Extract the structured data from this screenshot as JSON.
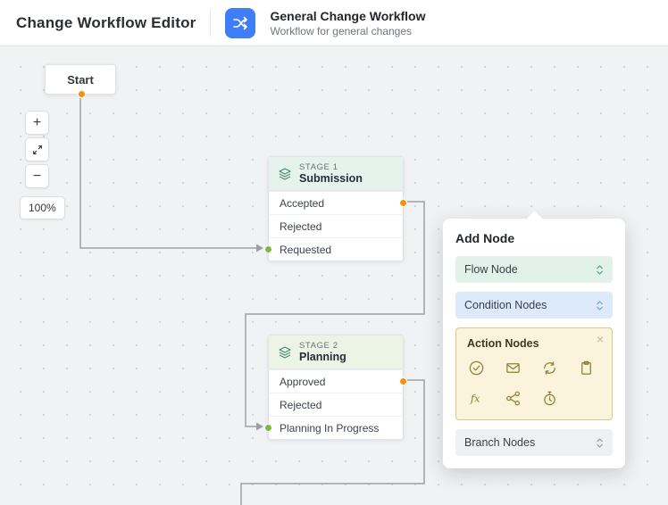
{
  "header": {
    "title": "Change Workflow Editor",
    "workflow": {
      "name": "General Change Workflow",
      "subtitle": "Workflow for general changes"
    }
  },
  "canvas": {
    "start_label": "Start",
    "zoom_in": "+",
    "zoom_out": "−",
    "zoom_percent": "100%"
  },
  "stages": [
    {
      "badge": "STAGE 1",
      "name": "Submission",
      "rows": [
        {
          "label": "Accepted"
        },
        {
          "label": "Rejected"
        },
        {
          "label": "Requested"
        }
      ]
    },
    {
      "badge": "STAGE 2",
      "name": "Planning",
      "rows": [
        {
          "label": "Approved"
        },
        {
          "label": "Rejected"
        },
        {
          "label": "Planning In Progress"
        }
      ]
    }
  ],
  "panel": {
    "title": "Add Node",
    "flow_label": "Flow Node",
    "condition_label": "Condition Nodes",
    "action_label": "Action Nodes",
    "branch_label": "Branch Nodes",
    "close": "×",
    "action_icons": [
      "check-circle",
      "mail",
      "sync",
      "clipboard",
      "function",
      "share",
      "timer"
    ]
  },
  "colors": {
    "accent_blue": "#3f7ef7",
    "stage1_header": "#e6f3ec",
    "stage2_header": "#ecf4e5",
    "flow_bar": "#e2f1ea",
    "condition_bar": "#dceafb",
    "action_panel": "#fbf4dc",
    "branch_bar": "#eff0f2",
    "port_orange": "#ef930e",
    "port_green": "#7cb93e",
    "connector_gray": "#9ba0a8"
  }
}
